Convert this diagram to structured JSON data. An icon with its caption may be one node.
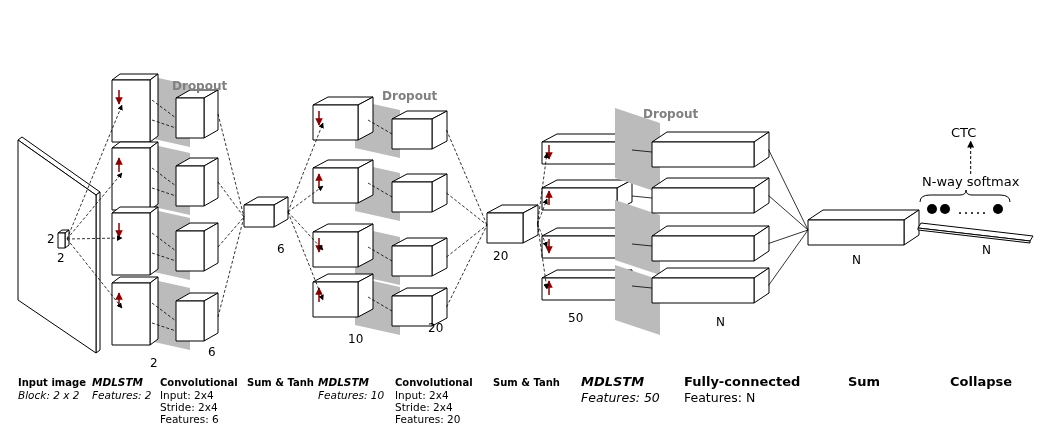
{
  "diagram": {
    "nodes": [
      {
        "text": [
          "N-way softmax"
        ]
      },
      {
        "text": [
          "CTC"
        ]
      }
    ],
    "edges": [
      {
        "from": 0,
        "to": 1,
        "arrow": "to",
        "style": "dashed"
      }
    ],
    "labels": [
      "Dropout",
      "Dropout",
      "Dropout",
      "2",
      "2",
      "6",
      "2",
      "6",
      "20",
      "10",
      "20",
      "50",
      "N",
      "N",
      "N",
      "Input image",
      "Block: 2 x 2",
      "MDLSTM",
      "Features: 2",
      "Convolutional",
      "Input: 2x4",
      "Stride: 2x4",
      "Features: 6",
      "Sum & Tanh",
      "MDLSTM",
      "Features: 10",
      "Convolutional",
      "Input: 2x4",
      "Stride: 2x4",
      "Features: 20",
      "Sum & Tanh",
      "MDLSTM",
      "Features: 50",
      "Fully-connected",
      "Features: N",
      "Sum",
      "Collapse"
    ]
  }
}
